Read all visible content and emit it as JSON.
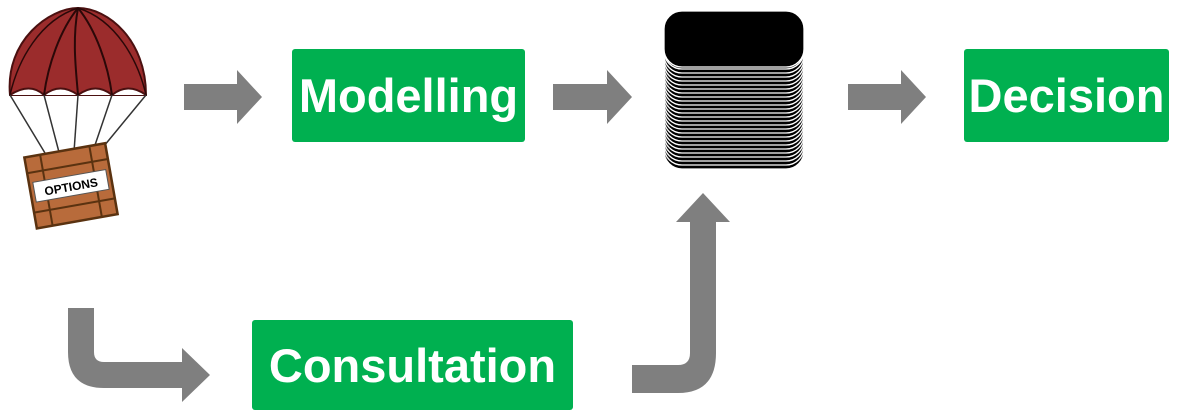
{
  "diagram": {
    "nodes": {
      "start_label": "OPTIONS",
      "modelling": "Modelling",
      "decision": "Decision",
      "consultation": "Consultation"
    },
    "icons": {
      "start": "parachute-crate-icon",
      "processor": "black-box-stack-icon"
    },
    "colors": {
      "box_fill": "#00b050",
      "box_text": "#ffffff",
      "arrow": "#7f7f7f",
      "parachute": "#9b2c2c",
      "crate": "#b86b3b"
    },
    "edges": [
      {
        "from": "start",
        "to": "modelling"
      },
      {
        "from": "modelling",
        "to": "processor"
      },
      {
        "from": "processor",
        "to": "decision"
      },
      {
        "from": "start",
        "to": "consultation"
      },
      {
        "from": "consultation",
        "to": "processor"
      }
    ]
  }
}
